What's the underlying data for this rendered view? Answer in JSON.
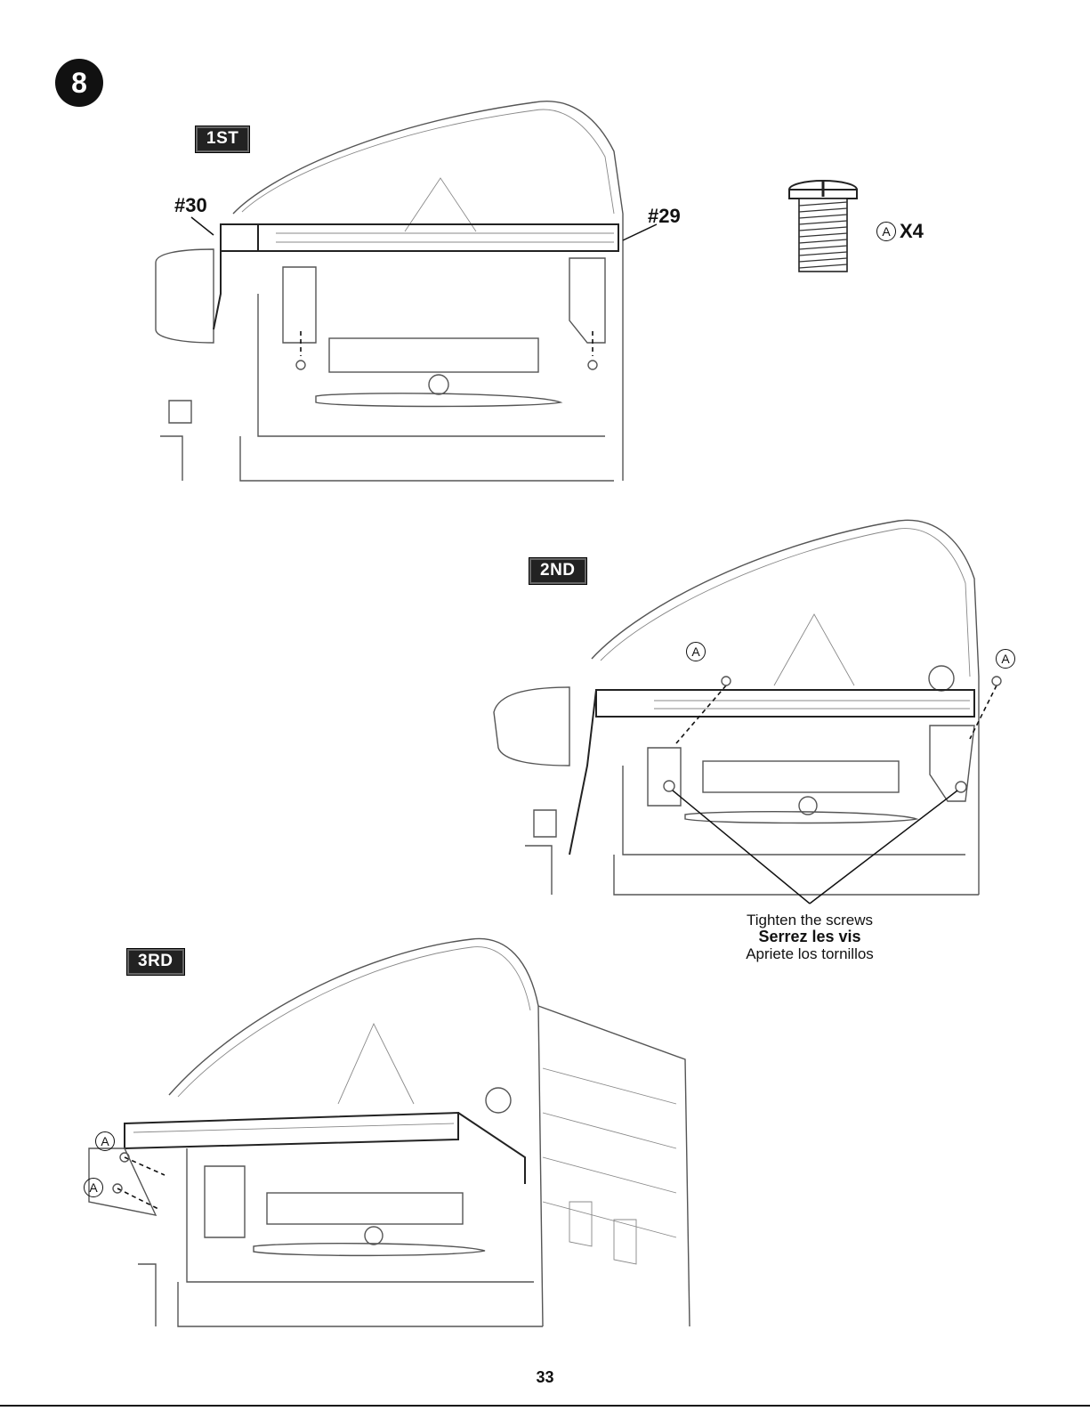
{
  "step": {
    "number": "8"
  },
  "stages": [
    {
      "tag": "1ST"
    },
    {
      "tag": "2ND"
    },
    {
      "tag": "3RD"
    }
  ],
  "parts": {
    "left_label": "#30",
    "right_label": "#29",
    "screw_letter": "A",
    "screw_qty": "X4"
  },
  "callout": {
    "english": "Tighten the screws",
    "french": "Serrez les vis",
    "spanish": "Apriete los tornillos"
  },
  "page_number": "33"
}
